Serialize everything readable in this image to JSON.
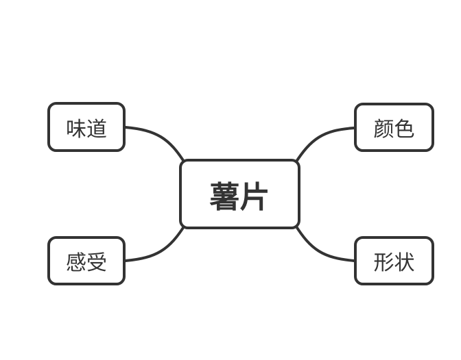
{
  "diagram": {
    "type": "mindmap",
    "background_color": "#ffffff",
    "node_border_color": "#333333",
    "connector_color": "#333333",
    "text_color": "#333333",
    "root": {
      "label": "薯片"
    },
    "branches": [
      {
        "label": "味道",
        "position": "top-left"
      },
      {
        "label": "颜色",
        "position": "top-right"
      },
      {
        "label": "感受",
        "position": "bottom-left"
      },
      {
        "label": "形状",
        "position": "bottom-right"
      }
    ]
  }
}
